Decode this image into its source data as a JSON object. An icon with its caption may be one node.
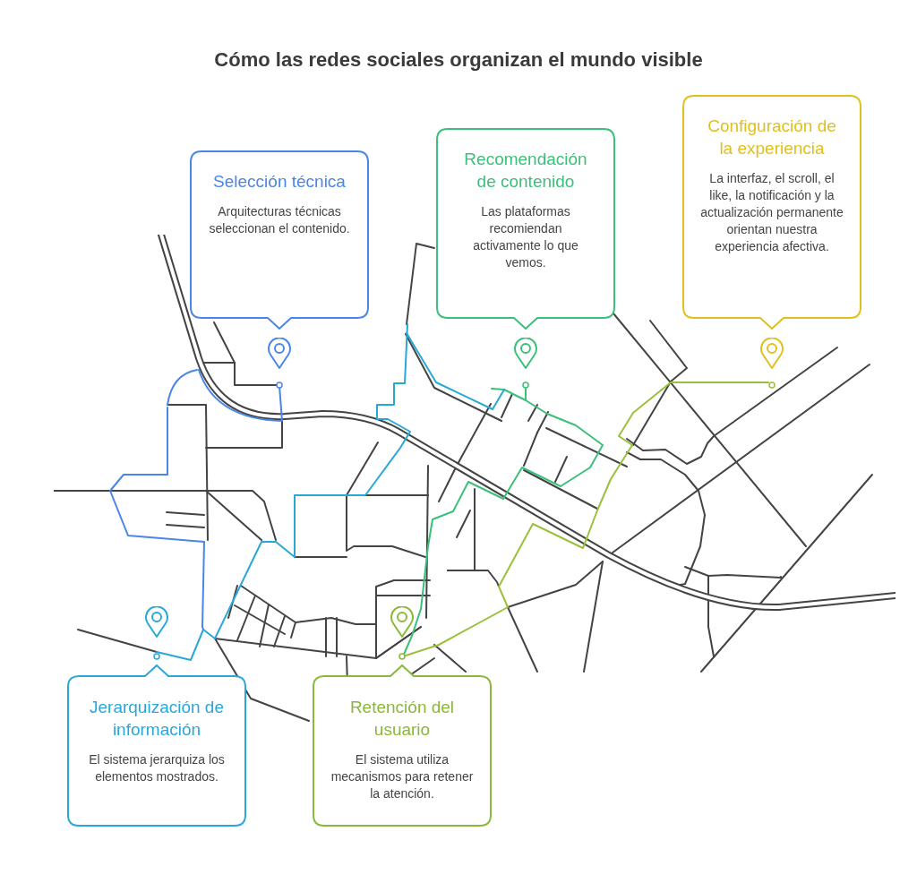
{
  "diagram": {
    "title": "Cómo las redes sociales organizan el mundo visible",
    "nodes": [
      {
        "text": [
          "Selección técnica",
          "Arquitecturas técnicas seleccionan el contenido."
        ]
      },
      {
        "text": [
          "Recomendación de contenido",
          "Las plataformas recomiendan activamente lo que vemos."
        ]
      },
      {
        "text": [
          "Configuración de la experiencia",
          "La interfaz, el scroll, el like, la notificación y la actualización permanente orientan nuestra experiencia afectiva."
        ]
      },
      {
        "text": [
          "Jerarquización de información",
          "El sistema jerarquiza los elementos mostrados."
        ]
      },
      {
        "text": [
          "Retención del usuario",
          "El sistema utiliza mecanismos para retener la atención."
        ]
      }
    ]
  }
}
